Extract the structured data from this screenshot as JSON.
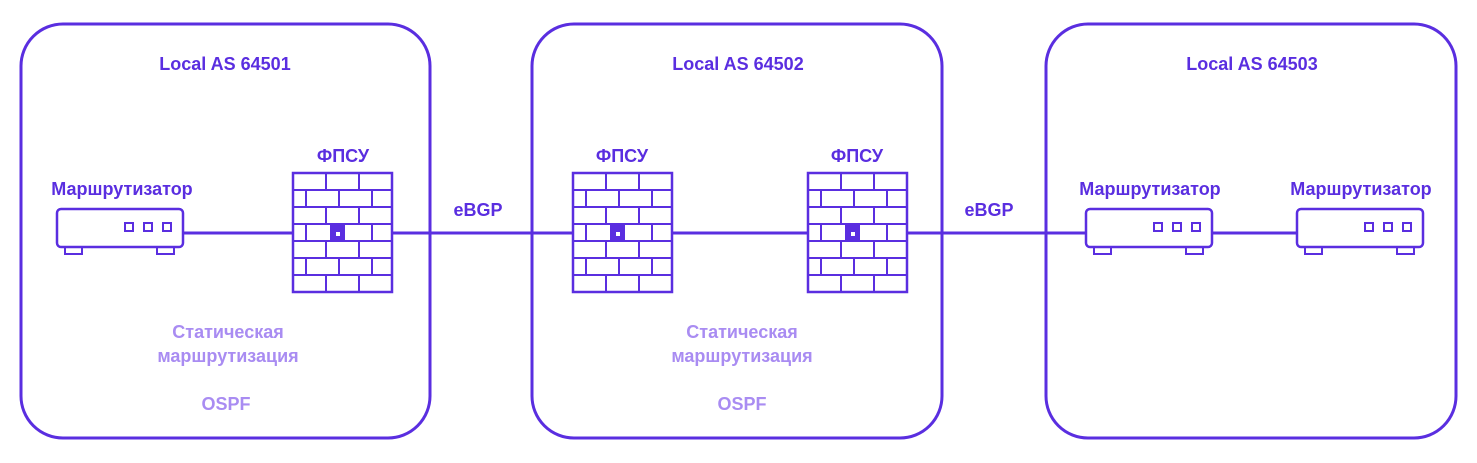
{
  "colors": {
    "primary": "#5a2ee0",
    "secondary": "#a98cf2"
  },
  "zones": [
    {
      "title": "Local AS 64501",
      "static_line1": "Статическая",
      "static_line2": "маршрутизация",
      "ospf": "OSPF"
    },
    {
      "title": "Local AS 64502",
      "static_line1": "Статическая",
      "static_line2": "маршрутизация",
      "ospf": "OSPF"
    },
    {
      "title": "Local AS 64503"
    }
  ],
  "devices": {
    "router_label": "Маршрутизатор",
    "firewall_label": "ФПСУ"
  },
  "links": [
    {
      "label": "eBGP"
    },
    {
      "label": "eBGP"
    }
  ]
}
